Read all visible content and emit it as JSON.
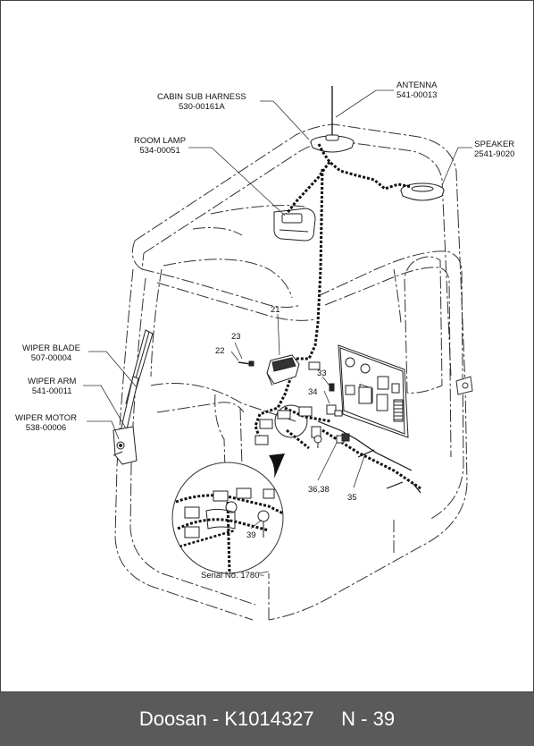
{
  "callouts": {
    "antenna": {
      "name": "ANTENNA",
      "part": "541-00013"
    },
    "cabin_sub_harness": {
      "name": "CABIN SUB HARNESS",
      "part": "530-00161A"
    },
    "room_lamp": {
      "name": "ROOM LAMP",
      "part": "534-00051"
    },
    "speaker": {
      "name": "SPEAKER",
      "part": "2541-9020"
    },
    "wiper_blade": {
      "name": "WIPER BLADE",
      "part": "507-00004"
    },
    "wiper_arm": {
      "name": "WIPER ARM",
      "part": "541-00011"
    },
    "wiper_motor": {
      "name": "WIPER MOTOR",
      "part": "538-00006"
    }
  },
  "item_numbers": {
    "n21": "21",
    "n22": "22",
    "n23": "23",
    "n33": "33",
    "n34": "34",
    "n35": "35",
    "n3638": "36,38",
    "n39": "39"
  },
  "serial_note": "Serial No. 1780~",
  "footer": {
    "text": "Doosan - K1014327     N - 39"
  }
}
